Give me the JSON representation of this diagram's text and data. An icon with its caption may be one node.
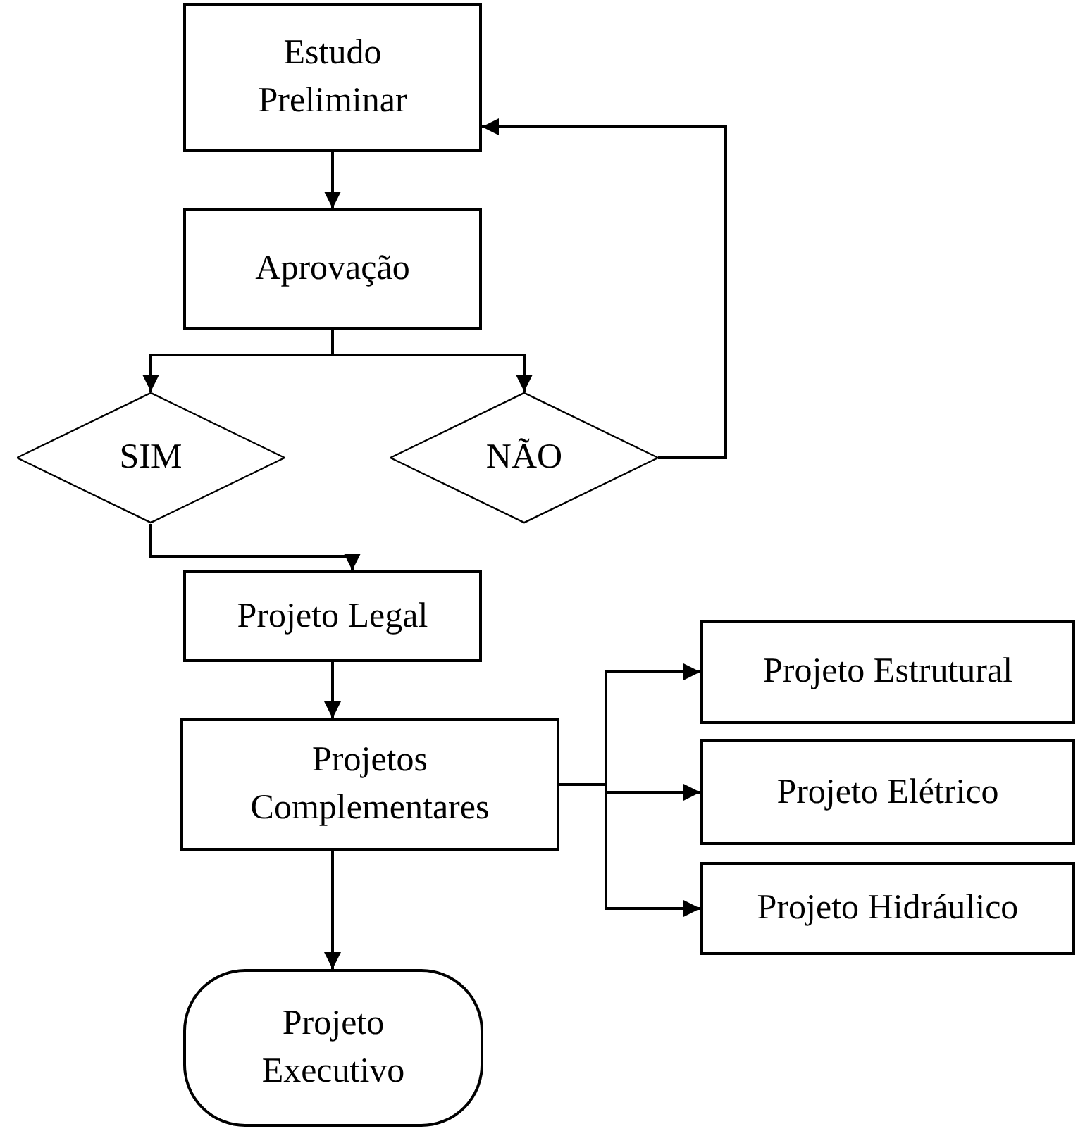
{
  "diagram": {
    "nodes": [
      {
        "text": [
          "Estudo Preliminar"
        ]
      },
      {
        "text": [
          "Aprovação"
        ]
      },
      {
        "text": [
          "SIM"
        ]
      },
      {
        "text": [
          "NÃO"
        ]
      },
      {
        "text": [
          "Projeto Legal"
        ]
      },
      {
        "text": [
          "Projetos Complementares"
        ]
      },
      {
        "text": [
          "Projeto Executivo"
        ]
      },
      {
        "text": [
          "Projeto Estrutural"
        ]
      },
      {
        "text": [
          "Projeto Elétrico"
        ]
      },
      {
        "text": [
          "Projeto Hidráulico"
        ]
      }
    ],
    "edges": [
      {
        "from": 0,
        "to": 1,
        "arrow": "to"
      },
      {
        "from": 1,
        "to": 2,
        "arrow": "to"
      },
      {
        "from": 1,
        "to": 3,
        "arrow": "to"
      },
      {
        "from": 3,
        "to": 0,
        "arrow": "to"
      },
      {
        "from": 2,
        "to": 4,
        "arrow": "to"
      },
      {
        "from": 4,
        "to": 5,
        "arrow": "to"
      },
      {
        "from": 5,
        "to": 6,
        "arrow": "to"
      },
      {
        "from": 5,
        "to": 7,
        "arrow": "to"
      },
      {
        "from": 5,
        "to": 8,
        "arrow": "to"
      },
      {
        "from": 5,
        "to": 9,
        "arrow": "to"
      }
    ]
  }
}
